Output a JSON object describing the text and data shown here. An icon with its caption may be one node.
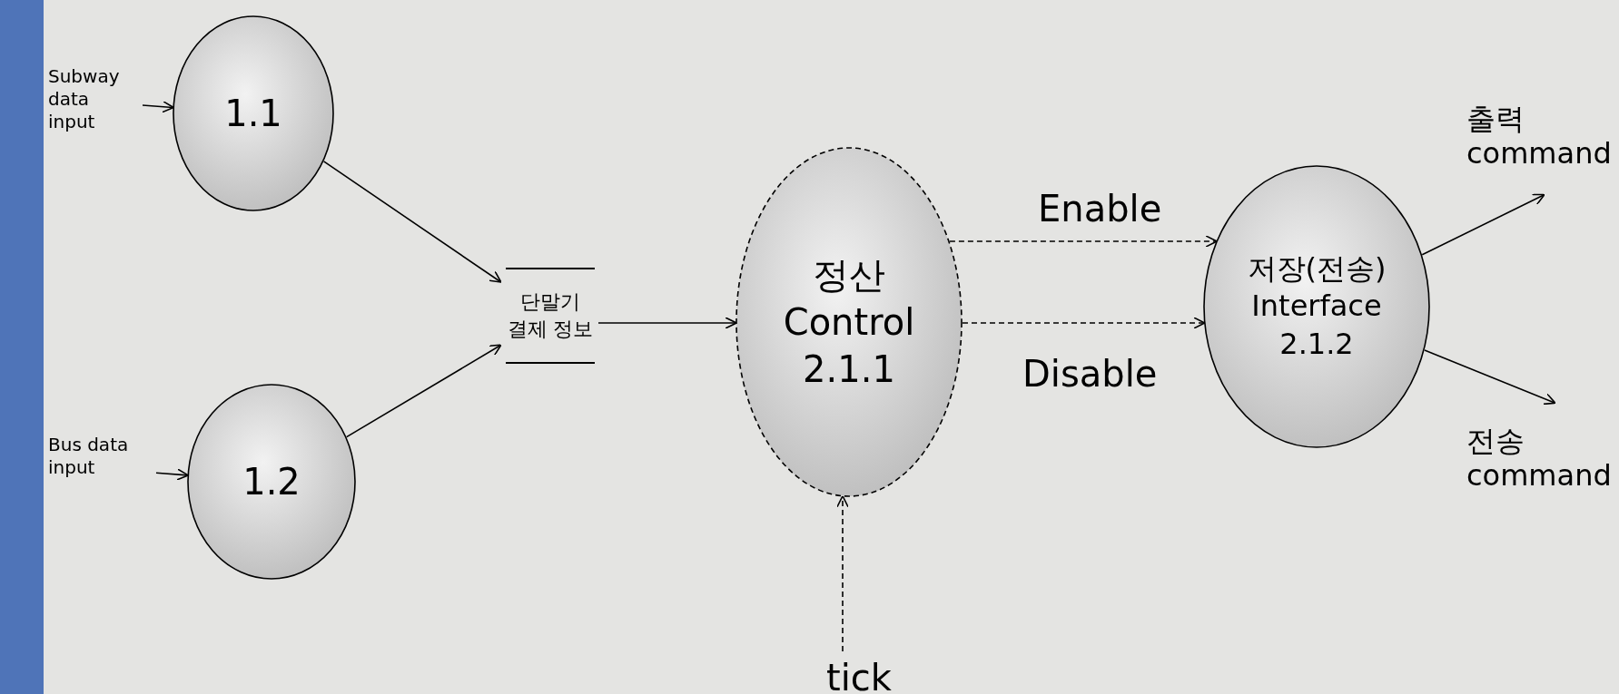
{
  "diagram": {
    "nodes": [
      {
        "text": [
          "Subway data input"
        ]
      },
      {
        "text": [
          "1.1"
        ]
      },
      {
        "text": [
          "Bus data input"
        ]
      },
      {
        "text": [
          "1.2"
        ]
      },
      {
        "text": [
          "단말기 결제 정보"
        ]
      },
      {
        "text": [
          "정산 Control 2.1.1"
        ]
      },
      {
        "text": [
          "tick"
        ]
      },
      {
        "text": [
          "저장(전송) Interface 2.1.2"
        ]
      }
    ],
    "edges": [
      {
        "from": 0,
        "to": 1,
        "arrow": "to"
      },
      {
        "from": 2,
        "to": 3,
        "arrow": "to"
      },
      {
        "from": 1,
        "to": 4,
        "arrow": "to"
      },
      {
        "from": 3,
        "to": 4,
        "arrow": "to"
      },
      {
        "from": 4,
        "to": 5,
        "arrow": "to"
      },
      {
        "from": 6,
        "to": 5,
        "arrow": "to",
        "style": "dashed"
      },
      {
        "from": 5,
        "to": 7,
        "arrow": "to",
        "style": "dashed",
        "label": "Enable"
      },
      {
        "from": 5,
        "to": 7,
        "arrow": "to",
        "style": "dashed",
        "label": "Disable"
      },
      {
        "from": 7,
        "to": null,
        "arrow": "to",
        "label": "출력 command"
      },
      {
        "from": 7,
        "to": null,
        "arrow": "to",
        "label": "전송 command"
      }
    ]
  }
}
